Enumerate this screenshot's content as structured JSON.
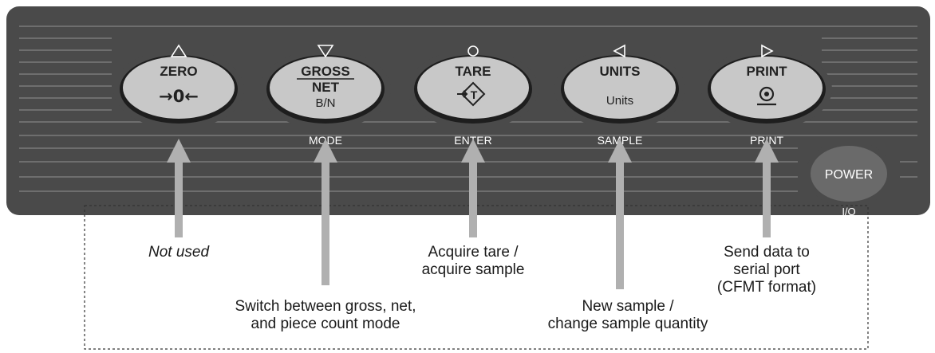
{
  "keys": [
    {
      "label_top": "ZERO",
      "symbol": "→0←",
      "nav_icon": "up-triangle-icon",
      "below_label": "",
      "caption": [
        "Not used"
      ]
    },
    {
      "label_top": "GROSS",
      "label_mid": "NET",
      "label_bot": "B/N",
      "nav_icon": "down-triangle-icon",
      "below_label": "MODE",
      "caption": [
        "Switch between gross, net,",
        "and piece count mode"
      ]
    },
    {
      "label_top": "TARE",
      "symbol": "T",
      "nav_icon": "circle-icon",
      "below_label": "ENTER",
      "caption": [
        "Acquire tare /",
        "acquire sample"
      ]
    },
    {
      "label_top": "UNITS",
      "label_bot": "Units",
      "nav_icon": "left-triangle-icon",
      "below_label": "SAMPLE",
      "caption": [
        "New sample /",
        "change sample quantity"
      ]
    },
    {
      "label_top": "PRINT",
      "symbol": "print-icon",
      "nav_icon": "right-triangle-icon",
      "below_label": "PRINT",
      "caption": [
        "Send data to",
        "serial port",
        "(CFMT format)"
      ]
    }
  ],
  "power": {
    "label": "POWER",
    "below_label": "I/O"
  },
  "colors": {
    "panel": "#4a4a4a",
    "key_face": "#c8c8c8",
    "arrow": "#b0b0b0",
    "panel_text": "#ffffff"
  }
}
